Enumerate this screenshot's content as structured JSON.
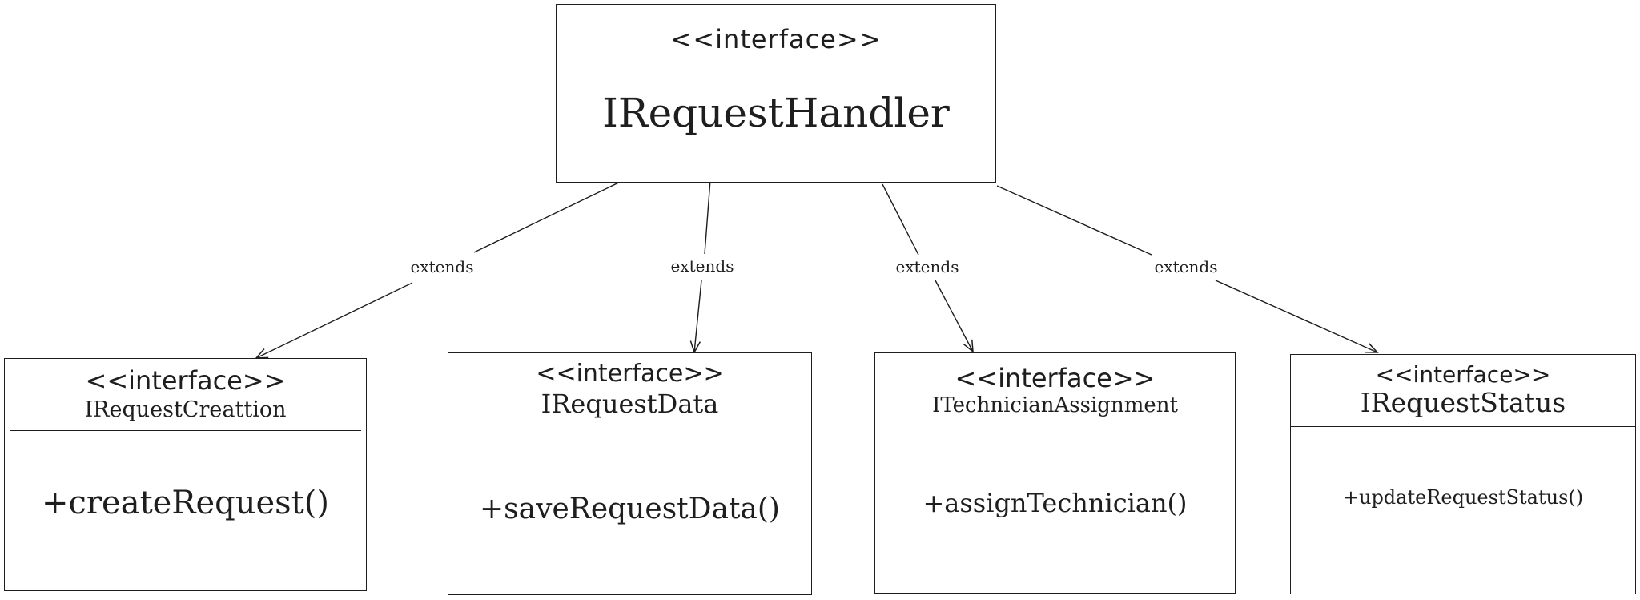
{
  "parent": {
    "stereotype": "<<interface>>",
    "name": "IRequestHandler"
  },
  "edge_label": "extends",
  "children": [
    {
      "stereotype": "<<interface>>",
      "name": "IRequestCreattion",
      "method": "+createRequest()"
    },
    {
      "stereotype": "<<interface>>",
      "name": "IRequestData",
      "method": "+saveRequestData()"
    },
    {
      "stereotype": "<<interface>>",
      "name": "ITechnicianAssignment",
      "method": "+assignTechnician()"
    },
    {
      "stereotype": "<<interface>>",
      "name": "IRequestStatus",
      "method": "+updateRequestStatus()"
    }
  ],
  "edges": [
    {
      "label": "extends"
    },
    {
      "label": "extends"
    },
    {
      "label": "extends"
    },
    {
      "label": "extends"
    }
  ]
}
